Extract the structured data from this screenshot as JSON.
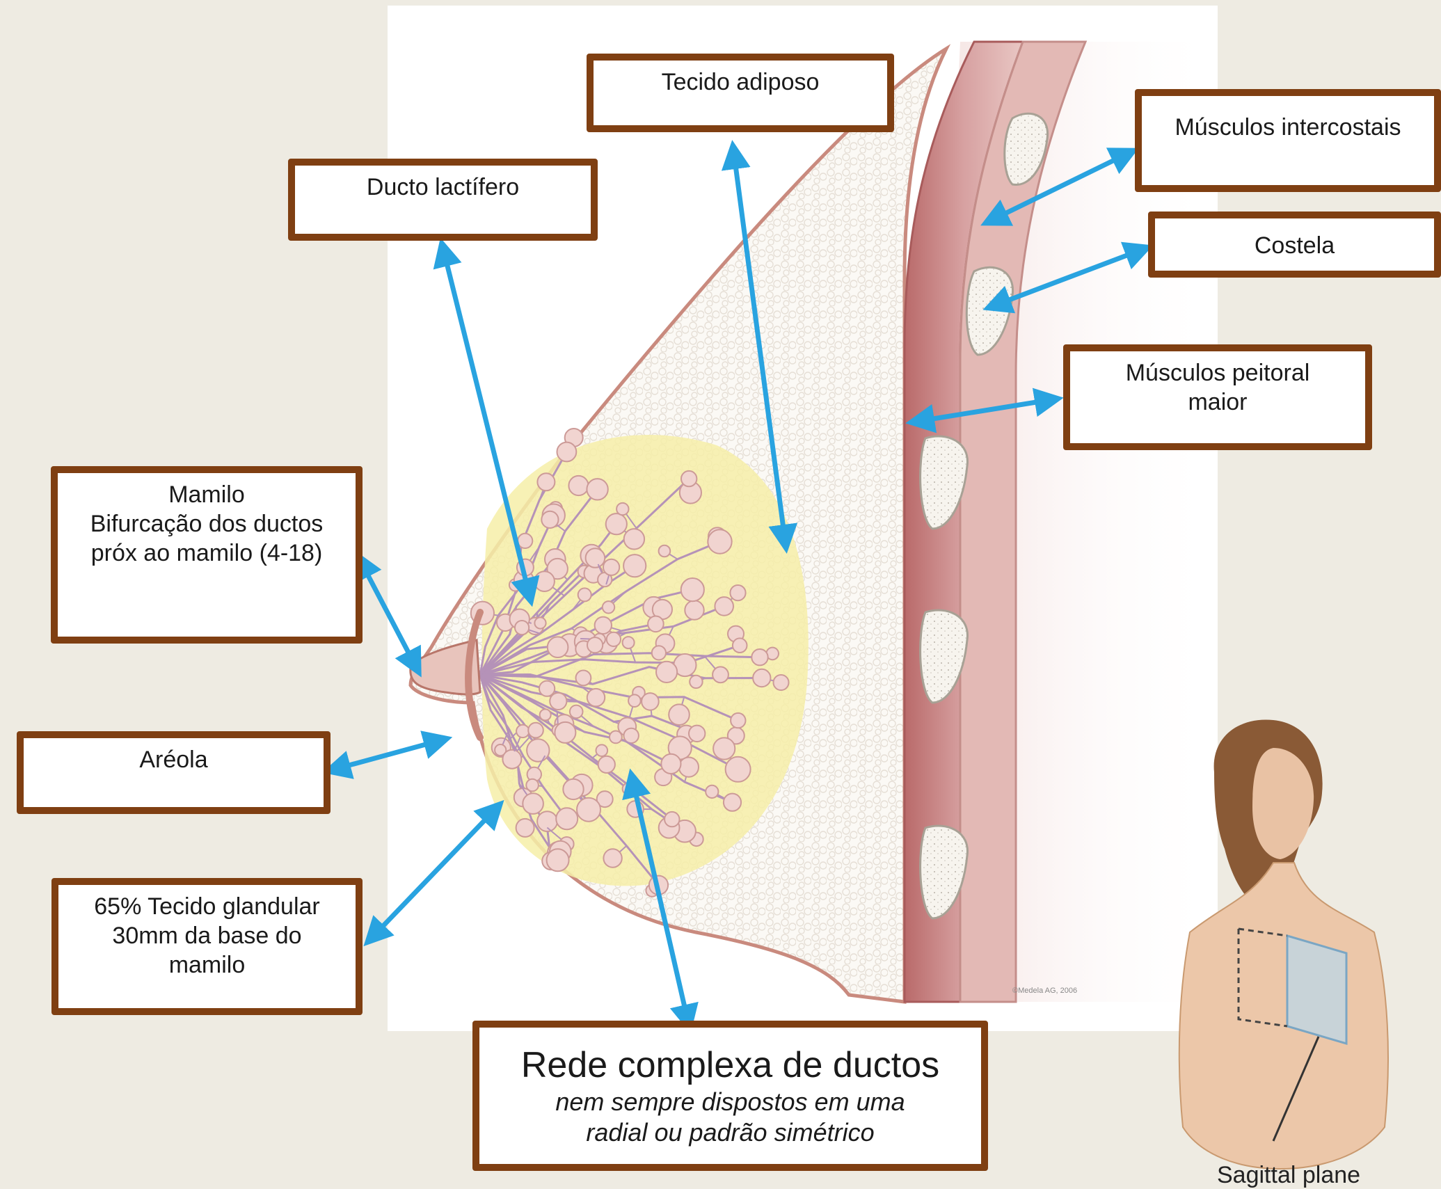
{
  "labels": {
    "tecido_adiposo": "Tecido adiposo",
    "musculos_intercostais": "Músculos intercostais",
    "ducto_lactifero": "Ducto lactífero",
    "costela": "Costela",
    "peitoral": [
      "Músculos peitoral",
      "maior"
    ],
    "mamilo": [
      "Mamilo",
      "Bifurcação dos ductos",
      "próx ao mamilo (4-18)"
    ],
    "areola": "Aréola",
    "tecido_glandular": [
      "65% Tecido glandular",
      "30mm da base do",
      "mamilo"
    ],
    "rede_title": "Rede complexa de ductos",
    "rede_sub": [
      "nem sempre dispostos em uma",
      "radial ou padrão simétrico"
    ]
  },
  "illustration": {
    "credit": "©Medela AG, 2006",
    "inset_caption": "Sagittal plane"
  },
  "colors": {
    "box_border": "#7f3f12",
    "arrow": "#29a3e0",
    "background": "#eeebe2",
    "skin": "#c98a7e",
    "muscle": "#c98f8f",
    "gland": "#f1d9d4",
    "fat_zone": "#f6efa8"
  }
}
